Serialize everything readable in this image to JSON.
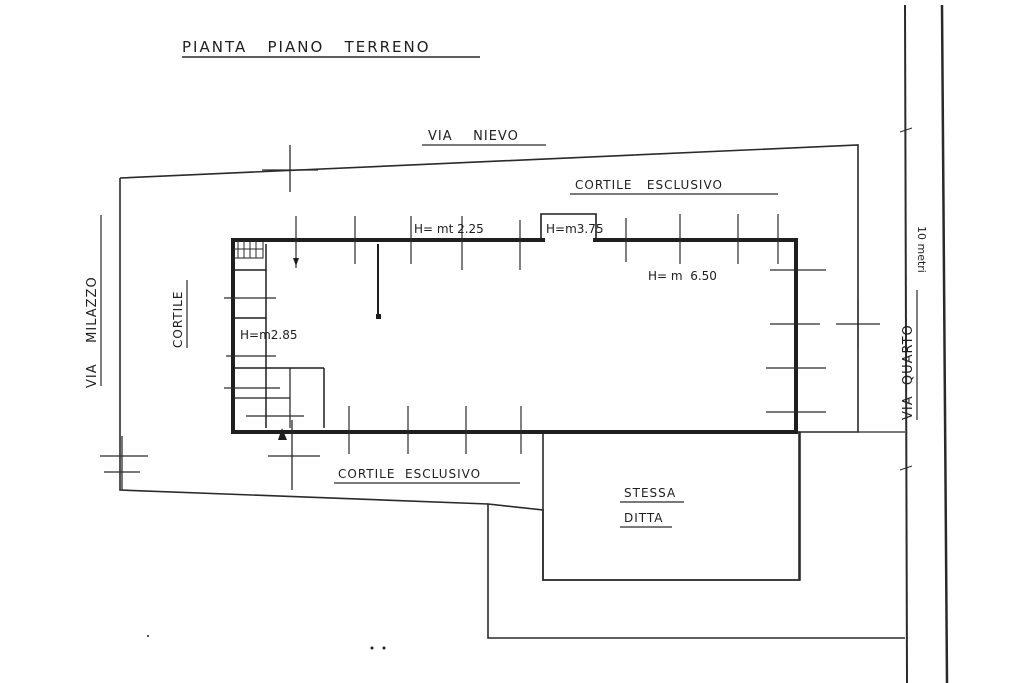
{
  "drawing": {
    "title": "PIANTA   PIANO   TERRENO",
    "streets": {
      "north": "VIA    NIEVO",
      "west": "VIA    MILAZZO",
      "east": "VIA  QUARTO"
    },
    "areas": {
      "cortile_west": "CORTILE",
      "cortile_north": "CORTILE   ESCLUSIVO",
      "cortile_south": "CORTILE  ESCLUSIVO",
      "stessa": "STESSA",
      "ditta": "DITTA"
    },
    "heights": {
      "h1": "H= mt 2.25",
      "h2": "H=m3.75",
      "h3": "H= m  6.50",
      "h4": "H=m2.85"
    },
    "scale_label": "10 metri",
    "colors": {
      "ink": "#1e1e1e",
      "paper": "#ffffff"
    }
  }
}
